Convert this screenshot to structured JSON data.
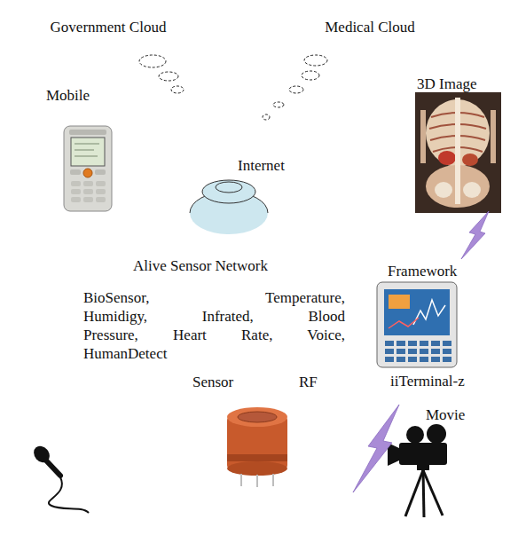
{
  "diagram": {
    "nodes": [
      {
        "text": [
          "Government Cloud"
        ]
      },
      {
        "text": [
          "Medical Cloud"
        ]
      },
      {
        "text": [
          "Internet"
        ]
      },
      {
        "text": [
          "Alive Sensor Network"
        ]
      },
      {
        "text": [
          "BioSensor, Temperature, Humidigy, Infrated, Blood Pressure, Heart Rate, Voice, HumanDetect"
        ],
        "in": 3
      },
      {
        "text": [
          "Sensor",
          "RF"
        ],
        "in": 4
      }
    ],
    "labels": [
      "Mobile",
      "3D Image",
      "Framework",
      "iiTerminal-z",
      "Movie"
    ]
  }
}
